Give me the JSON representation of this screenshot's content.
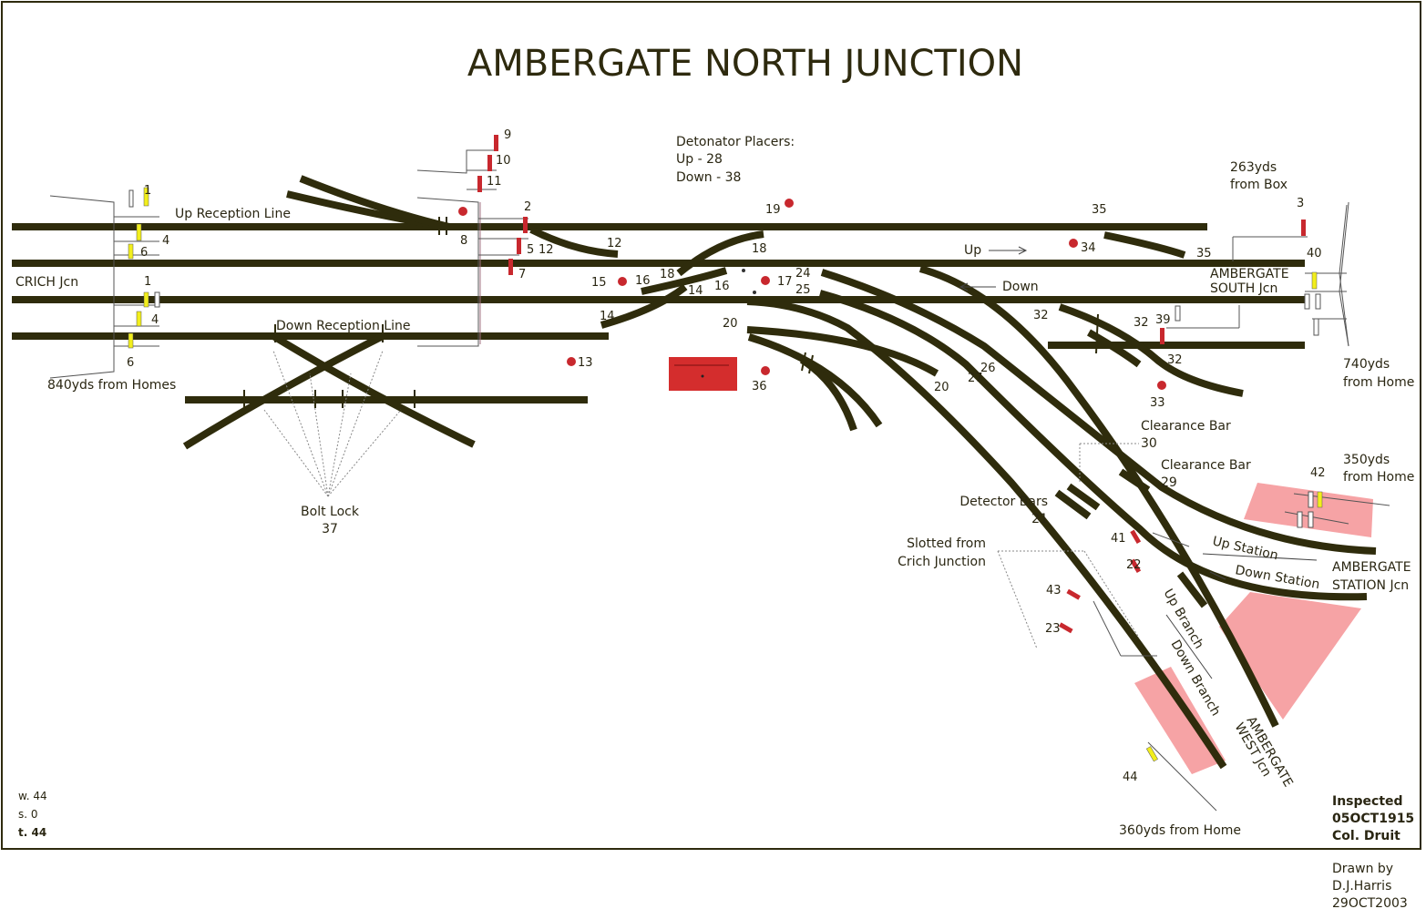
{
  "title": "AMBERGATE NORTH JUNCTION",
  "colors": {
    "track": "#2f2c0c",
    "signal_red": "#c8282e",
    "signal_yellow": "#f2ee1c",
    "building": "#d42d2d",
    "platform": "#f6a3a5"
  },
  "lines": {
    "up_reception": "Up Reception Line",
    "down_reception": "Down Reception Line",
    "up": "Up",
    "down": "Down",
    "up_station": "Up  Station",
    "down_station": "Down Station",
    "up_branch": "Up Branch",
    "down_branch": "Down Branch"
  },
  "places": {
    "crich": "CRICH Jcn",
    "ambergate_south_1": "AMBERGATE",
    "ambergate_south_2": "SOUTH Jcn",
    "ambergate_station_1": "AMBERGATE",
    "ambergate_station_2": "STATION Jcn",
    "ambergate_west_1": "AMBERGATE",
    "ambergate_west_2": "WEST Jcn"
  },
  "distances": {
    "left": "840yds from Homes",
    "box_1": "263yds",
    "box_2": "from Box",
    "right_1": "740yds",
    "right_2": "from Home",
    "station_1": "350yds",
    "station_2": "from Home",
    "west": "360yds from Home"
  },
  "notes": {
    "detonator_1": "Detonator Placers:",
    "detonator_2": "Up - 28",
    "detonator_3": "Down - 38",
    "bolt_1": "Bolt Lock",
    "bolt_2": "37",
    "clearance_a_1": "Clearance Bar",
    "clearance_a_2": "30",
    "clearance_b_1": "Clearance Bar",
    "clearance_b_2": "29",
    "detector_1": "Detector Bars",
    "detector_2": "21",
    "slotted_1": "Slotted from",
    "slotted_2": "Crich Junction"
  },
  "levers": {
    "n1a": "1",
    "n4a": "4",
    "n6a": "6",
    "n1b": "1",
    "n4b": "4",
    "n6b": "6",
    "n9": "9",
    "n10": "10",
    "n11": "11",
    "n2": "2",
    "n8": "8",
    "n5": "5",
    "n12a": "12",
    "n7": "7",
    "n12b": "12",
    "n19": "19",
    "n18a": "18",
    "n18b": "18",
    "n15": "15",
    "n16a": "16",
    "n16b": "16",
    "n14a": "14",
    "n14b": "14",
    "n17": "17",
    "n24": "24",
    "n25": "25",
    "n13": "13",
    "n20a": "20",
    "n36": "36",
    "n20b": "20",
    "n27": "27",
    "n26": "26",
    "n35a": "35",
    "n35b": "35",
    "n34": "34",
    "n3": "3",
    "n40": "40",
    "n32a": "32",
    "n32b": "32",
    "n39": "39",
    "n32c": "32",
    "n33": "33",
    "n41": "41",
    "n22": "22",
    "n43": "43",
    "n23": "23",
    "n44": "44",
    "n42": "42"
  },
  "summary": {
    "w": "w. 44",
    "s": "s. 0",
    "t": "t. 44"
  },
  "inspection": {
    "line1": "Inspected",
    "line2": "05OCT1915",
    "line3": "Col. Druit"
  },
  "credit": {
    "line1": "Drawn by",
    "line2": "D.J.Harris",
    "line3": "29OCT2003"
  }
}
